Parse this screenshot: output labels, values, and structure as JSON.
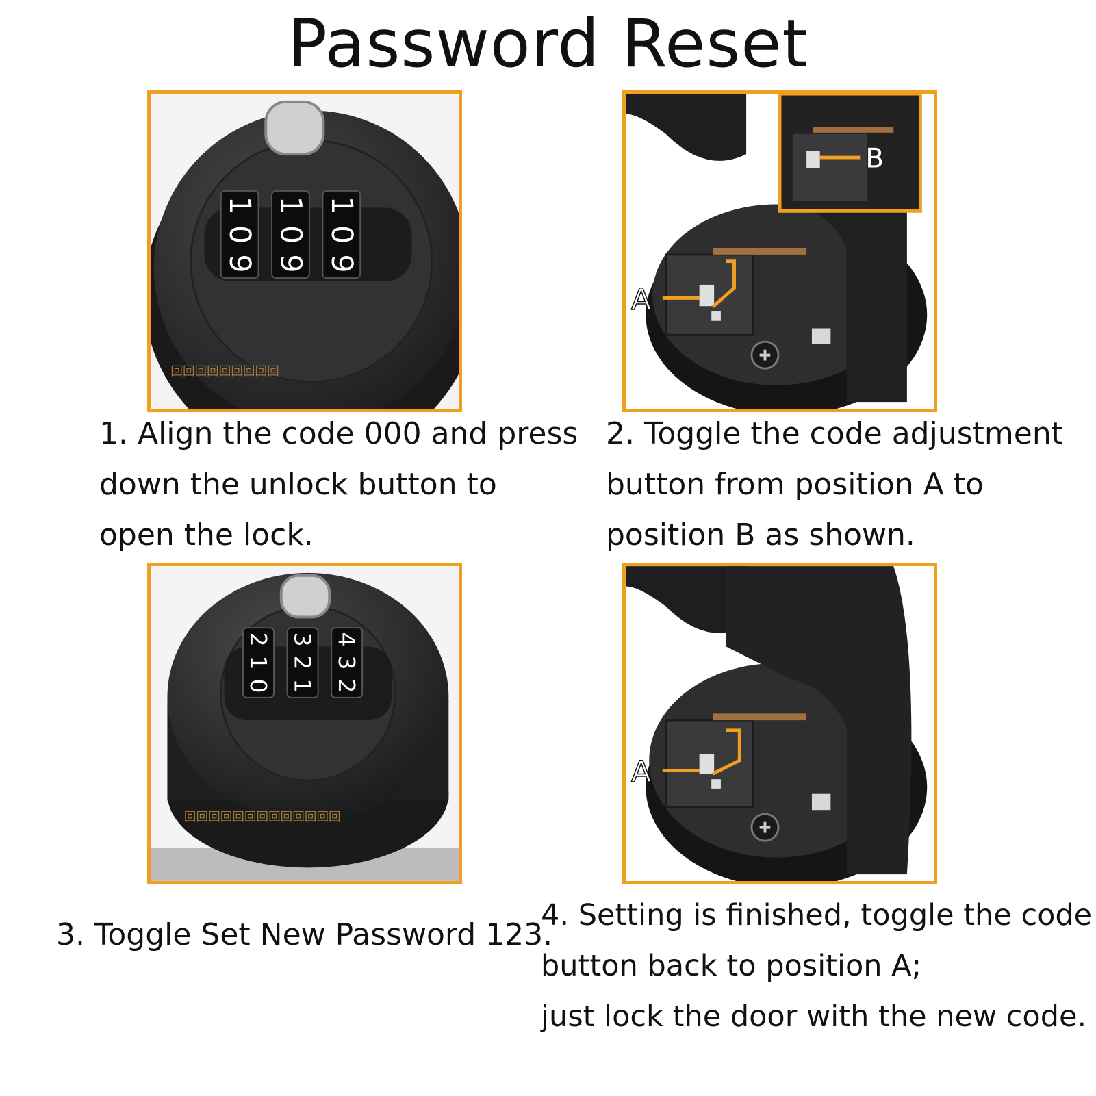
{
  "title": "Password Reset",
  "steps": [
    {
      "lines": [
        "1. Align the code 000 and press",
        "down the unlock button to",
        "open the lock."
      ],
      "dials": [
        [
          "1",
          "0",
          "9"
        ],
        [
          "1",
          "0",
          "9"
        ],
        [
          "1",
          "0",
          "9"
        ]
      ]
    },
    {
      "lines": [
        "2. Toggle the code adjustment",
        "button from position A to",
        "position B as shown."
      ],
      "marker_a": "A",
      "marker_b": "B"
    },
    {
      "lines": [
        "3. Toggle Set New Password 123."
      ],
      "dials": [
        [
          "2",
          "1",
          "0"
        ],
        [
          "3",
          "2",
          "1"
        ],
        [
          "4",
          "3",
          "2"
        ]
      ]
    },
    {
      "lines": [
        "4. Setting is finished, toggle the code",
        "button back to position A;",
        "just lock the door with the new code."
      ],
      "marker_a": "A"
    }
  ],
  "colors": {
    "frame": "#f0a020",
    "lock_body": "#2a2a2c",
    "arrow": "#f0a020"
  }
}
